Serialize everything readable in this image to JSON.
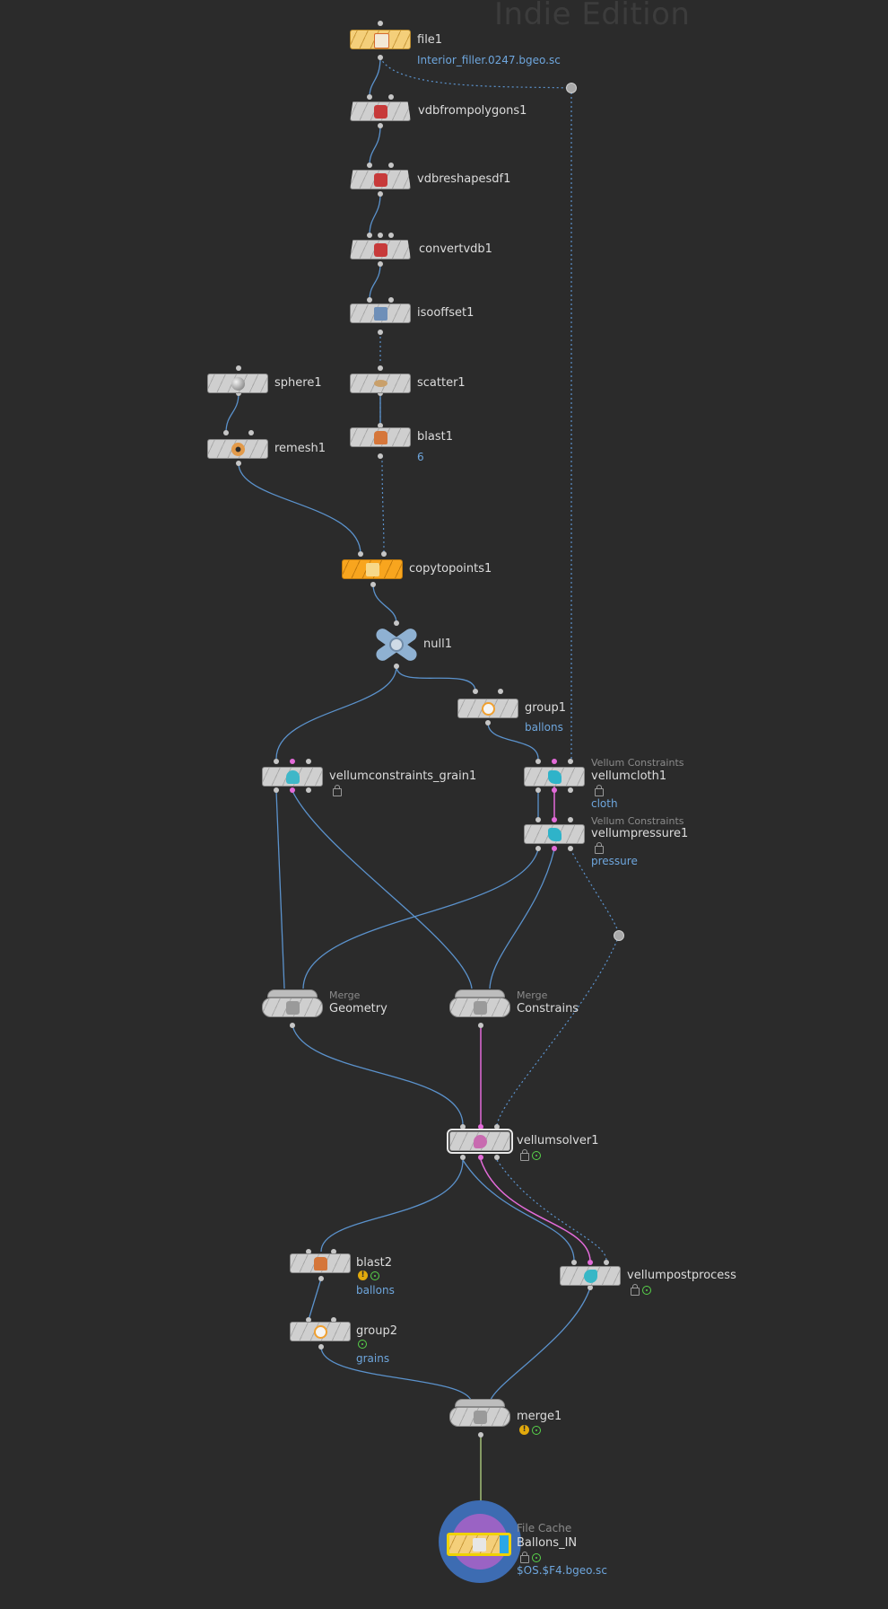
{
  "watermark": "Indie Edition",
  "colors": {
    "background": "#2b2b2b",
    "wire": "#5b92cc",
    "wire_constraint": "#e36bd9",
    "wire_output": "#b6d682",
    "file_node": "#f4cf7a",
    "copy_node": "#f8a51e",
    "default_node": "#cfcfcf",
    "subtext": "#6ea6dd",
    "cache_ring": "#3d6cb2",
    "cache_inner": "#9a63c4"
  },
  "nodes": {
    "file1": {
      "label": "file1",
      "sub": "Interior_filler.0247.bgeo.sc",
      "icon": "file-icon"
    },
    "vdbfrompolygons1": {
      "label": "vdbfrompolygons1",
      "icon": "vdb-icon"
    },
    "vdbreshapesdf1": {
      "label": "vdbreshapesdf1",
      "icon": "vdb-icon"
    },
    "convertvdb1": {
      "label": "convertvdb1",
      "icon": "vdb-icon"
    },
    "isooffset1": {
      "label": "isooffset1",
      "icon": "isooffset-icon"
    },
    "sphere1": {
      "label": "sphere1",
      "icon": "sphere-icon"
    },
    "scatter1": {
      "label": "scatter1",
      "icon": "scatter-icon"
    },
    "remesh1": {
      "label": "remesh1",
      "icon": "remesh-icon"
    },
    "blast1": {
      "label": "blast1",
      "sub": "6",
      "icon": "blast-icon"
    },
    "copytopoints1": {
      "label": "copytopoints1",
      "icon": "copy-icon"
    },
    "null1": {
      "label": "null1",
      "icon": "null-icon"
    },
    "group1": {
      "label": "group1",
      "sub": "ballons",
      "icon": "group-icon"
    },
    "vellumconstraints_grain1": {
      "label": "vellumconstraints_grain1",
      "icon": "vellum-grain-icon"
    },
    "vellumcloth1": {
      "type": "Vellum Constraints",
      "label": "vellumcloth1",
      "sub": "cloth",
      "icon": "vellum-constraint-icon"
    },
    "vellumpressure1": {
      "type": "Vellum Constraints",
      "label": "vellumpressure1",
      "sub": "pressure",
      "icon": "vellum-constraint-icon"
    },
    "merge_geometry": {
      "type": "Merge",
      "label": "Geometry",
      "icon": "merge-icon"
    },
    "merge_constrains": {
      "type": "Merge",
      "label": "Constrains",
      "icon": "merge-icon"
    },
    "vellumsolver1": {
      "label": "vellumsolver1",
      "icon": "vellum-solver-icon"
    },
    "blast2": {
      "label": "blast2",
      "sub": "ballons",
      "icon": "blast-icon"
    },
    "vellumpostprocess": {
      "label": "vellumpostprocess",
      "icon": "vellum-post-icon"
    },
    "group2": {
      "label": "group2",
      "sub": "grains",
      "icon": "group-icon"
    },
    "merge1": {
      "label": "merge1",
      "icon": "merge-icon"
    },
    "ballons_in": {
      "type": "File Cache",
      "label": "Ballons_IN",
      "sub": "$OS.$F4.bgeo.sc",
      "icon": "filecache-icon"
    }
  }
}
